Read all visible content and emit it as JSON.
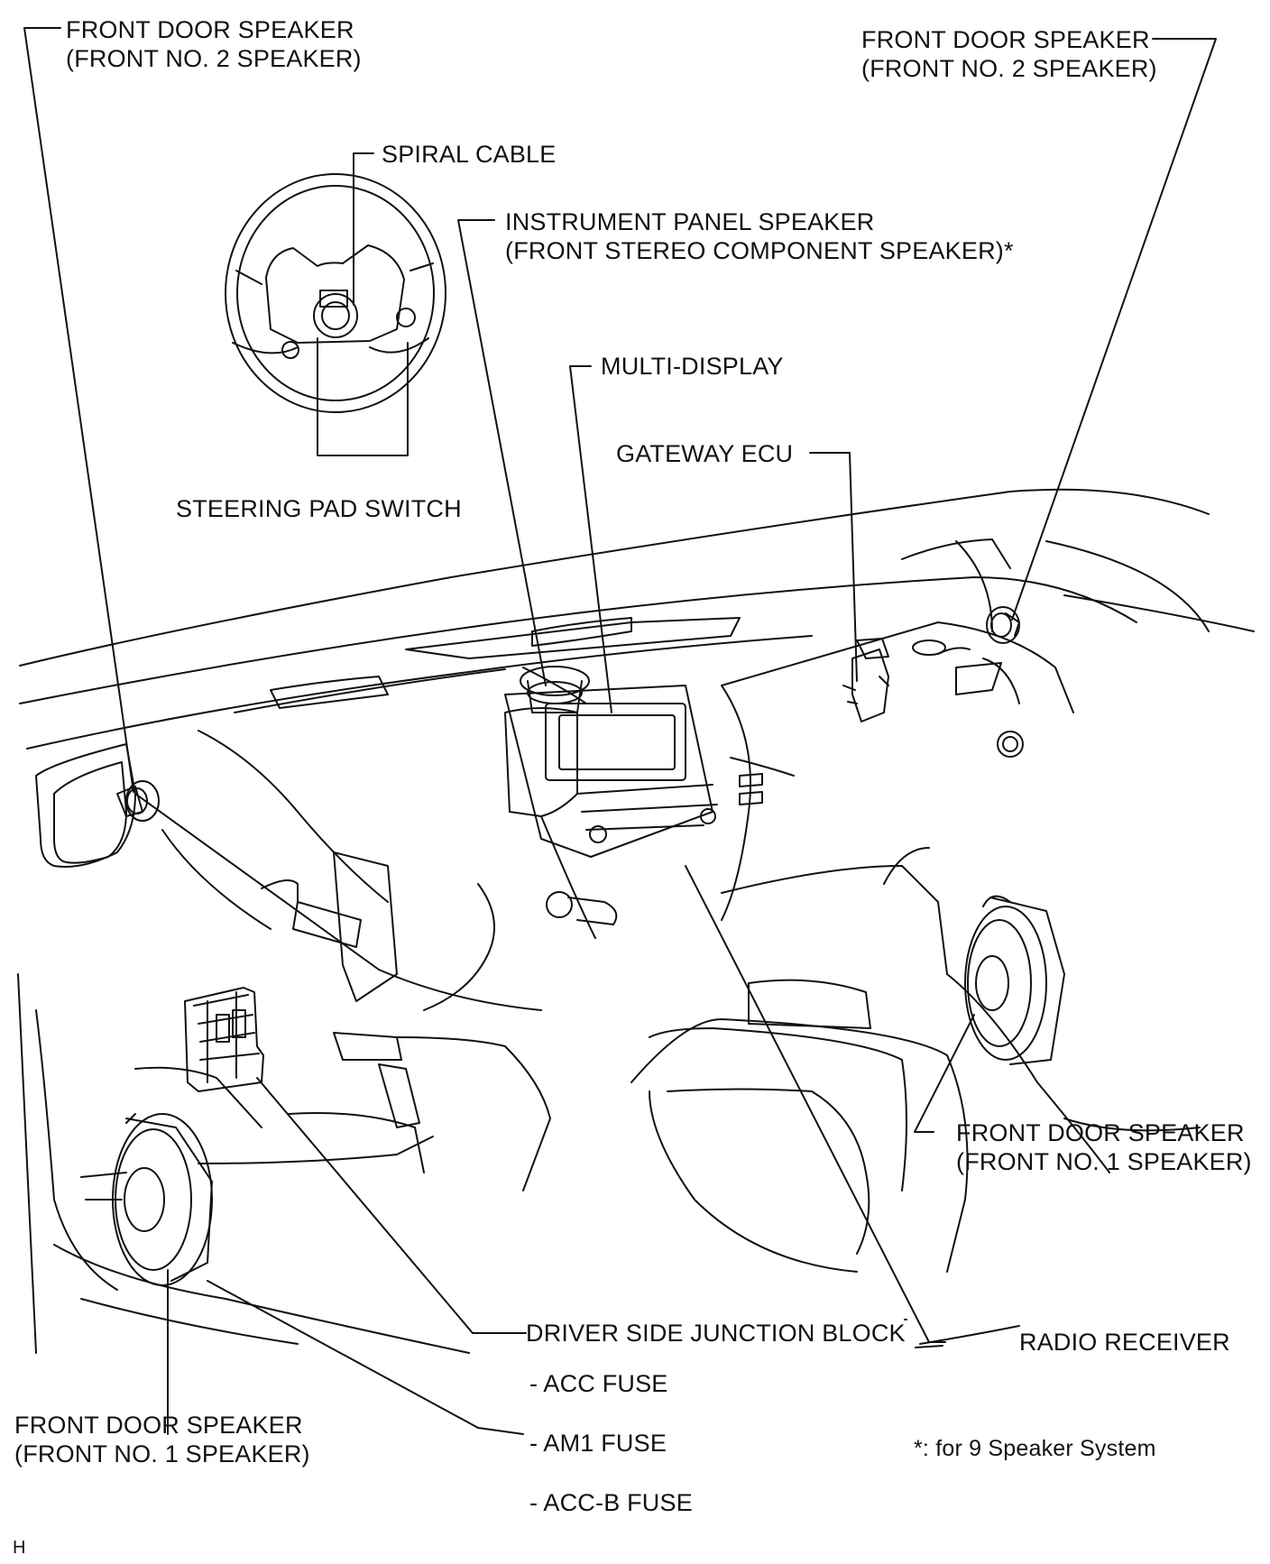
{
  "labels": {
    "front_door_speaker_top_left": {
      "line1": "FRONT DOOR SPEAKER",
      "line2": "(FRONT NO. 2 SPEAKER)"
    },
    "front_door_speaker_top_right": {
      "line1": "FRONT DOOR SPEAKER",
      "line2": "(FRONT NO. 2 SPEAKER)"
    },
    "spiral_cable": "SPIRAL CABLE",
    "instrument_panel_speaker": {
      "line1": "INSTRUMENT PANEL SPEAKER",
      "line2": "(FRONT STEREO COMPONENT SPEAKER)*"
    },
    "multi_display": "MULTI-DISPLAY",
    "gateway_ecu": "GATEWAY ECU",
    "steering_pad_switch": "STEERING PAD SWITCH",
    "front_door_speaker_right": {
      "line1": "FRONT DOOR SPEAKER",
      "line2": "(FRONT NO. 1 SPEAKER)"
    },
    "driver_side_junction_block": "DRIVER SIDE JUNCTION BLOCK",
    "radio_receiver": "RADIO RECEIVER",
    "fuses": [
      "- ACC FUSE",
      "- AM1 FUSE",
      "- ACC-B FUSE"
    ],
    "front_door_speaker_bottom_left": {
      "line1": "FRONT DOOR SPEAKER",
      "line2": "(FRONT NO. 1 SPEAKER)"
    },
    "footnote": "*: for 9 Speaker System",
    "corner_mark": "H"
  },
  "colors": {
    "line": "#111111",
    "background": "#ffffff"
  }
}
